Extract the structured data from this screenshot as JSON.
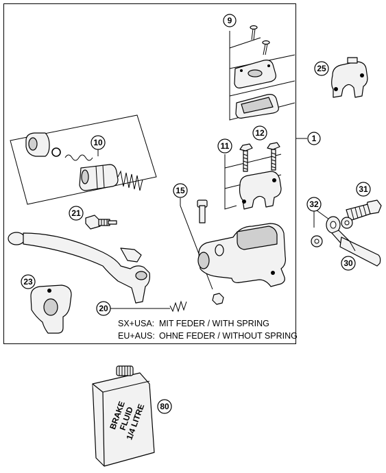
{
  "callouts": {
    "c1": "1",
    "c9": "9",
    "c10": "10",
    "c11": "11",
    "c12": "12",
    "c15": "15",
    "c20": "20",
    "c21": "21",
    "c23": "23",
    "c25": "25",
    "c30": "30",
    "c31": "31",
    "c32": "32",
    "c80": "80"
  },
  "notes": {
    "line1_label": "SX+USA:",
    "line1_text": "MIT FEDER / WITH SPRING",
    "line2_label": "EU+AUS:",
    "line2_text": "OHNE FEDER / WITHOUT SPRING"
  },
  "bottle": {
    "line1": "BRAKE",
    "line2": "FLUID",
    "line3": "1/4 LITRE"
  },
  "colors": {
    "line": "#000000",
    "background": "#ffffff",
    "part_fill": "#f2f2f2",
    "part_shade": "#cfcfcf"
  }
}
